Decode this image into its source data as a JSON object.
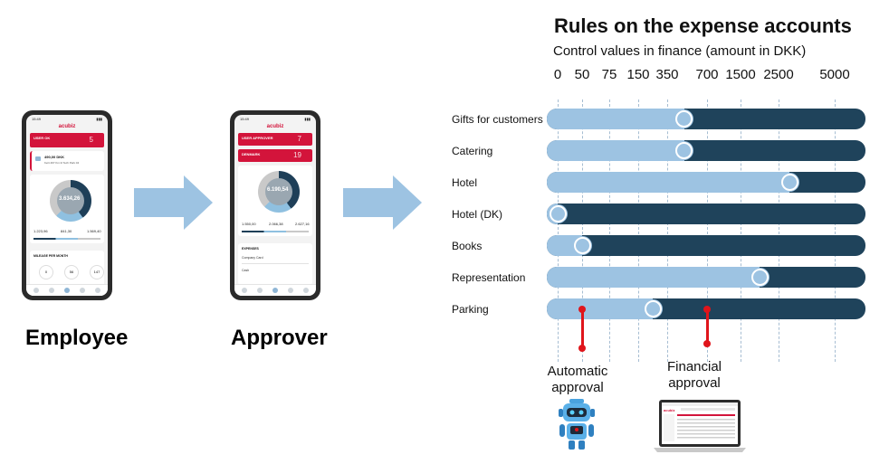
{
  "employee_phone": {
    "logo": "acubiz",
    "status_time": "15:49",
    "user_bar": {
      "label": "USER OK",
      "count": "5"
    },
    "amount_card": {
      "amount": "490,00 DKK",
      "sub": "Kørt 497 Km til Tech Park 04"
    },
    "donut_value": "3.634,26",
    "trip_values": [
      "1.223,96",
      "841,30",
      "1.569,40"
    ],
    "section_label": "MILEAGE PER MONTH",
    "mini_stats": [
      "0",
      "56",
      "147"
    ]
  },
  "approver_phone": {
    "logo": "acubiz",
    "status_time": "15:49",
    "user_bar": {
      "label": "USER APPROVER",
      "count": "7"
    },
    "second_bar": {
      "label": "DENMARK",
      "count": "19"
    },
    "donut_value": "6.190,54",
    "trip_values": [
      "1.550,00",
      "2.066,38",
      "2.627,16"
    ],
    "section_label": "EXPENSES",
    "list_items": [
      "Company Card",
      "Cash"
    ]
  },
  "roles": {
    "employee": "Employee",
    "approver": "Approver"
  },
  "title": "Rules on the expense accounts",
  "subtitle": "Control values in finance (amount in DKK)",
  "colors": {
    "bar_dark": "#1f435b",
    "bar_light": "#9dc3e2",
    "marker": "#e0151b",
    "arrow": "#9dc3e2"
  },
  "chart_data": {
    "type": "bar",
    "title": "Rules on the expense accounts",
    "subtitle": "Control values in finance (amount in DKK)",
    "x_ticks": [
      "0",
      "50",
      "75",
      "150",
      "350",
      "700",
      "1500",
      "2500",
      "5000"
    ],
    "categories": [
      "Gifts for customers",
      "Catering",
      "Hotel",
      "Hotel (DK)",
      "Books",
      "Representation",
      "Parking"
    ],
    "values": [
      500,
      500,
      3000,
      0,
      50,
      2000,
      250
    ],
    "markers": [
      {
        "label": "Automatic approval",
        "value": 50,
        "icon": "robot-icon"
      },
      {
        "label": "Financial approval",
        "value": 700,
        "icon": "laptop-icon"
      }
    ]
  },
  "approvals": {
    "automatic": {
      "line1": "Automatic",
      "line2": "approval"
    },
    "financial": {
      "line1": "Financial",
      "line2": "approval"
    }
  }
}
